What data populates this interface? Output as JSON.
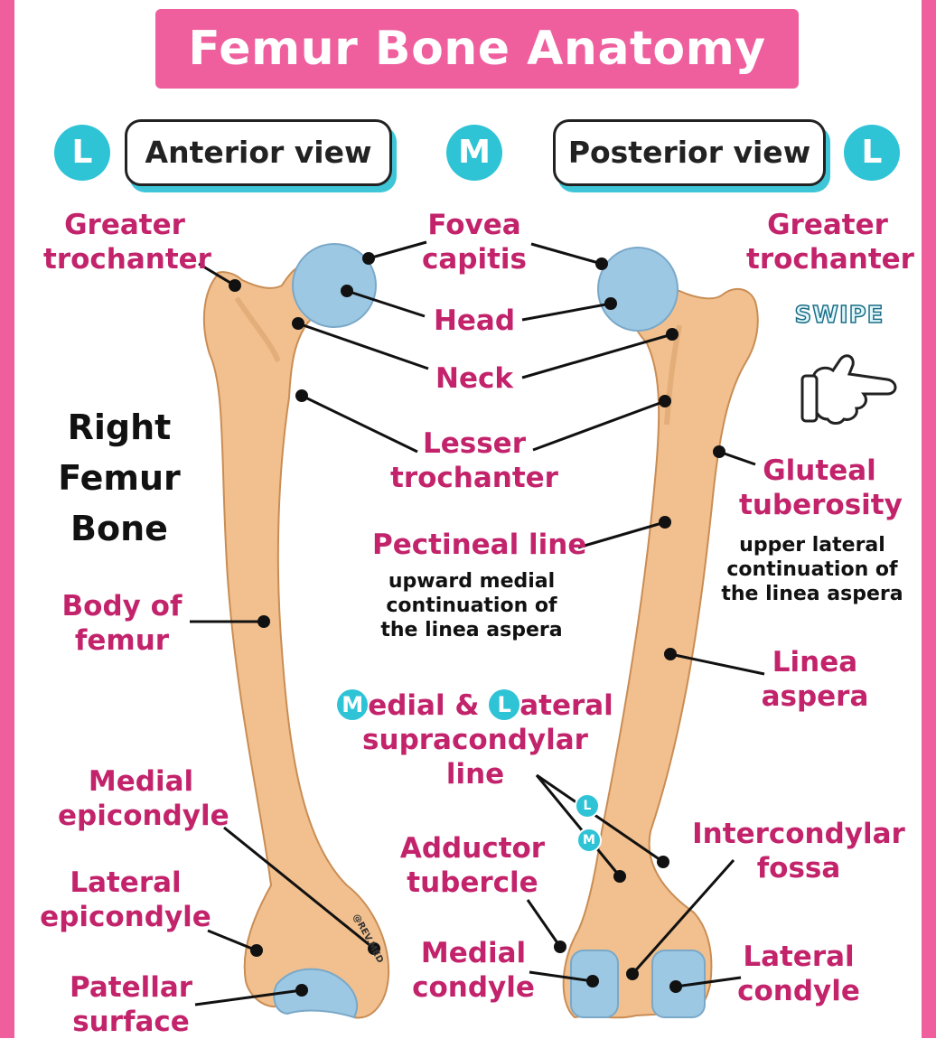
{
  "title": "Femur Bone Anatomy",
  "views": {
    "anterior": "Anterior view",
    "posterior": "Posterior view",
    "badge_left_1": "L",
    "badge_middle": "M",
    "badge_right": "L"
  },
  "side_title": [
    "Right",
    "Femur",
    "Bone"
  ],
  "swipe": "SWIPE",
  "credit": "@REV.MED",
  "labels": {
    "greater_trochanter_left": [
      "Greater",
      "trochanter"
    ],
    "greater_trochanter_right": [
      "Greater",
      "trochanter"
    ],
    "fovea_capitis": [
      "Fovea",
      "capitis"
    ],
    "head": "Head",
    "neck": "Neck",
    "lesser_trochanter": [
      "Lesser",
      "trochanter"
    ],
    "gluteal_tuberosity": [
      "Gluteal",
      "tuberosity"
    ],
    "gluteal_note": [
      "upper lateral",
      "continuation of",
      "the linea aspera"
    ],
    "pectineal_line": "Pectineal line",
    "pectineal_note": [
      "upward medial",
      "continuation of",
      "the linea aspera"
    ],
    "body_of_femur": [
      "Body of",
      "femur"
    ],
    "linea_aspera": [
      "Linea",
      "aspera"
    ],
    "supracondylar": {
      "badge_m": "M",
      "part1": "edial & ",
      "badge_l": "L",
      "part2": "ateral",
      "line2": "supracondylar",
      "line3": "line"
    },
    "supracondylar_mini_l": "L",
    "supracondylar_mini_m": "M",
    "medial_epicondyle": [
      "Medial",
      "epicondyle"
    ],
    "lateral_epicondyle": [
      "Lateral",
      "epicondyle"
    ],
    "patellar_surface": [
      "Patellar",
      "surface"
    ],
    "adductor_tubercle": [
      "Adductor",
      "tubercle"
    ],
    "intercondylar_fossa": [
      "Intercondylar",
      "fossa"
    ],
    "medial_condyle": [
      "Medial",
      "condyle"
    ],
    "lateral_condyle": [
      "Lateral",
      "condyle"
    ]
  },
  "colors": {
    "brand_pink": "#ef5f9d",
    "label_magenta": "#c2236b",
    "accent_cyan": "#2fc3d6",
    "bone": "#f2c08e",
    "cartilage": "#9cc8e4"
  }
}
